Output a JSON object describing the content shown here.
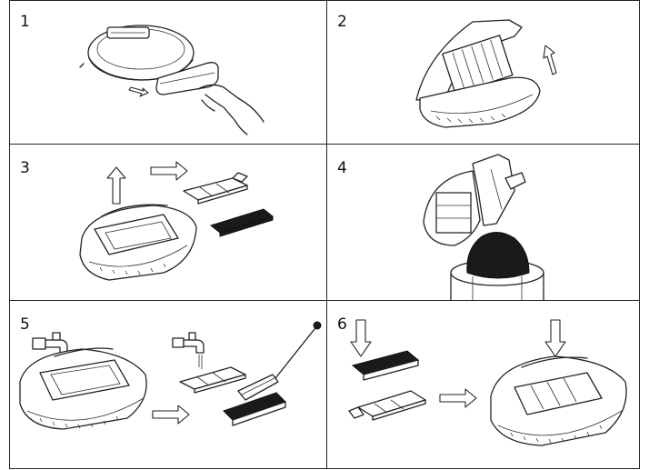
{
  "steps": [
    {
      "number": "1"
    },
    {
      "number": "2"
    },
    {
      "number": "3"
    },
    {
      "number": "4"
    },
    {
      "number": "5"
    },
    {
      "number": "6"
    }
  ],
  "colors": {
    "line": "#222222",
    "background": "#ffffff",
    "dark_fill": "#1a1a1a"
  },
  "icons": [
    "arrow-right-icon",
    "arrow-up-icon",
    "arrow-down-icon",
    "water-tap-icon",
    "cleaning-brush-icon"
  ]
}
